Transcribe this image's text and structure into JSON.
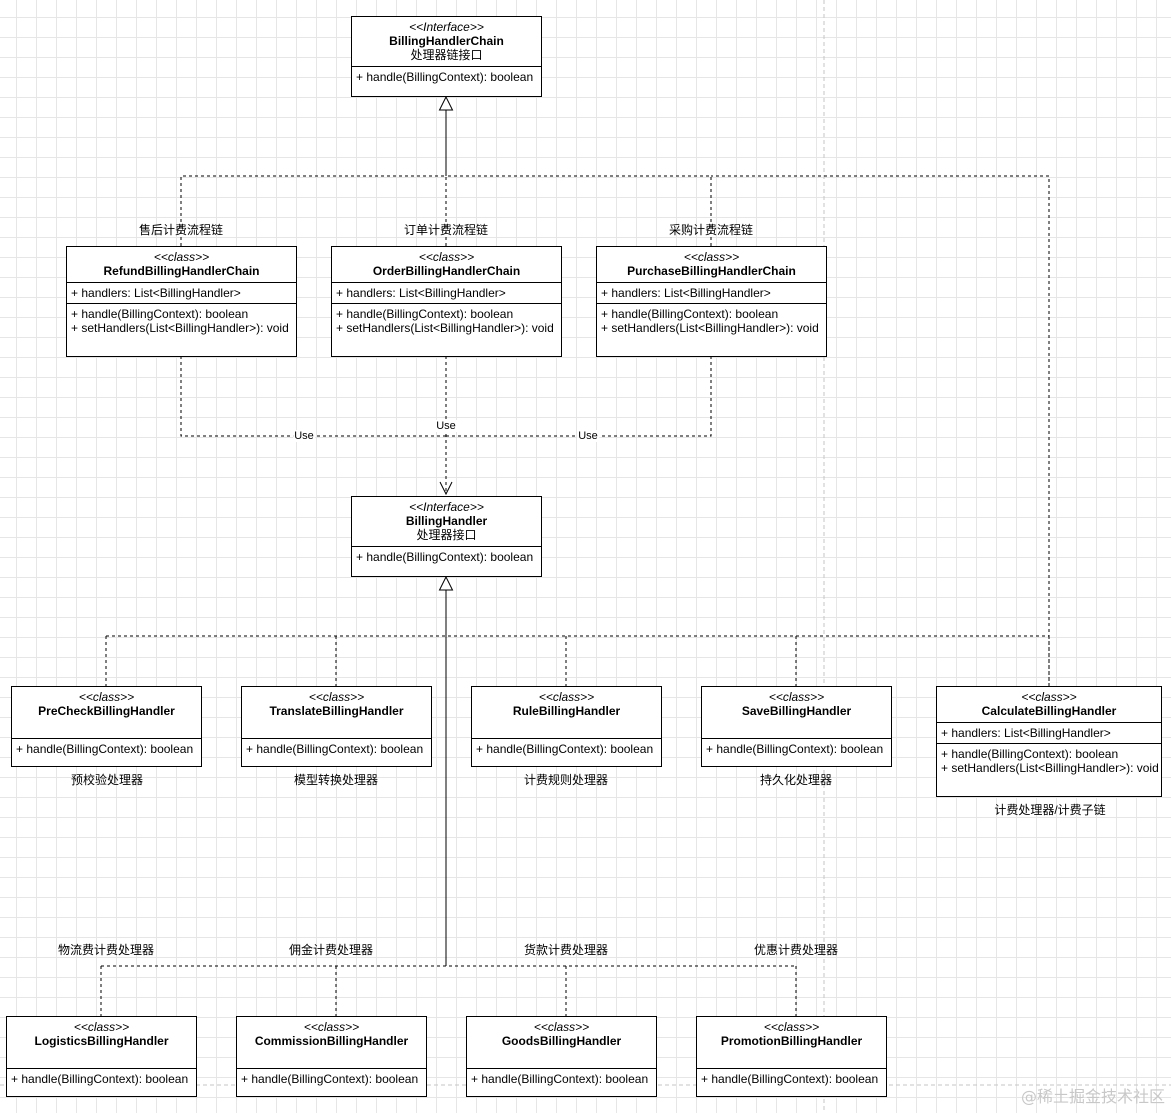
{
  "interfaces": {
    "chain": {
      "stereotype": "<<Interface>>",
      "name": "BillingHandlerChain",
      "subtitle": "处理器链接口",
      "method": "+ handle(BillingContext): boolean"
    },
    "handler": {
      "stereotype": "<<Interface>>",
      "name": "BillingHandler",
      "subtitle": "处理器接口",
      "method": "+ handle(BillingContext): boolean"
    }
  },
  "chains": [
    {
      "label": "售后计费流程链",
      "stereotype": "<<class>>",
      "name": "RefundBillingHandlerChain",
      "field": "+ handlers: List<BillingHandler>",
      "method1": "+ handle(BillingContext): boolean",
      "method2": "+ setHandlers(List<BillingHandler>): void"
    },
    {
      "label": "订单计费流程链",
      "stereotype": "<<class>>",
      "name": "OrderBillingHandlerChain",
      "field": "+ handlers: List<BillingHandler>",
      "method1": "+ handle(BillingContext): boolean",
      "method2": "+ setHandlers(List<BillingHandler>): void"
    },
    {
      "label": "采购计费流程链",
      "stereotype": "<<class>>",
      "name": "PurchaseBillingHandlerChain",
      "field": "+ handlers: List<BillingHandler>",
      "method1": "+ handle(BillingContext): boolean",
      "method2": "+ setHandlers(List<BillingHandler>): void"
    }
  ],
  "use_labels": [
    "Use",
    "Use",
    "Use"
  ],
  "handlers": [
    {
      "stereotype": "<<class>>",
      "name": "PreCheckBillingHandler",
      "method": "+ handle(BillingContext): boolean",
      "caption": "预校验处理器"
    },
    {
      "stereotype": "<<class>>",
      "name": "TranslateBillingHandler",
      "method": "+ handle(BillingContext): boolean",
      "caption": "模型转换处理器"
    },
    {
      "stereotype": "<<class>>",
      "name": "RuleBillingHandler",
      "method": "+ handle(BillingContext): boolean",
      "caption": "计费规则处理器"
    },
    {
      "stereotype": "<<class>>",
      "name": "SaveBillingHandler",
      "method": "+ handle(BillingContext): boolean",
      "caption": "持久化处理器"
    }
  ],
  "calculate": {
    "stereotype": "<<class>>",
    "name": "CalculateBillingHandler",
    "field": "+ handlers: List<BillingHandler>",
    "method1": "+ handle(BillingContext): boolean",
    "method2": "+ setHandlers(List<BillingHandler>): void",
    "caption": "计费处理器/计费子链"
  },
  "sub_handlers": [
    {
      "label": "物流费计费处理器",
      "stereotype": "<<class>>",
      "name": "LogisticsBillingHandler",
      "method": "+ handle(BillingContext): boolean"
    },
    {
      "label": "佣金计费处理器",
      "stereotype": "<<class>>",
      "name": "CommissionBillingHandler",
      "method": "+ handle(BillingContext): boolean"
    },
    {
      "label": "货款计费处理器",
      "stereotype": "<<class>>",
      "name": "GoodsBillingHandler",
      "method": "+ handle(BillingContext): boolean"
    },
    {
      "label": "优惠计费处理器",
      "stereotype": "<<class>>",
      "name": "PromotionBillingHandler",
      "method": "+ handle(BillingContext): boolean"
    }
  ],
  "watermark": "@稀土掘金技术社区"
}
